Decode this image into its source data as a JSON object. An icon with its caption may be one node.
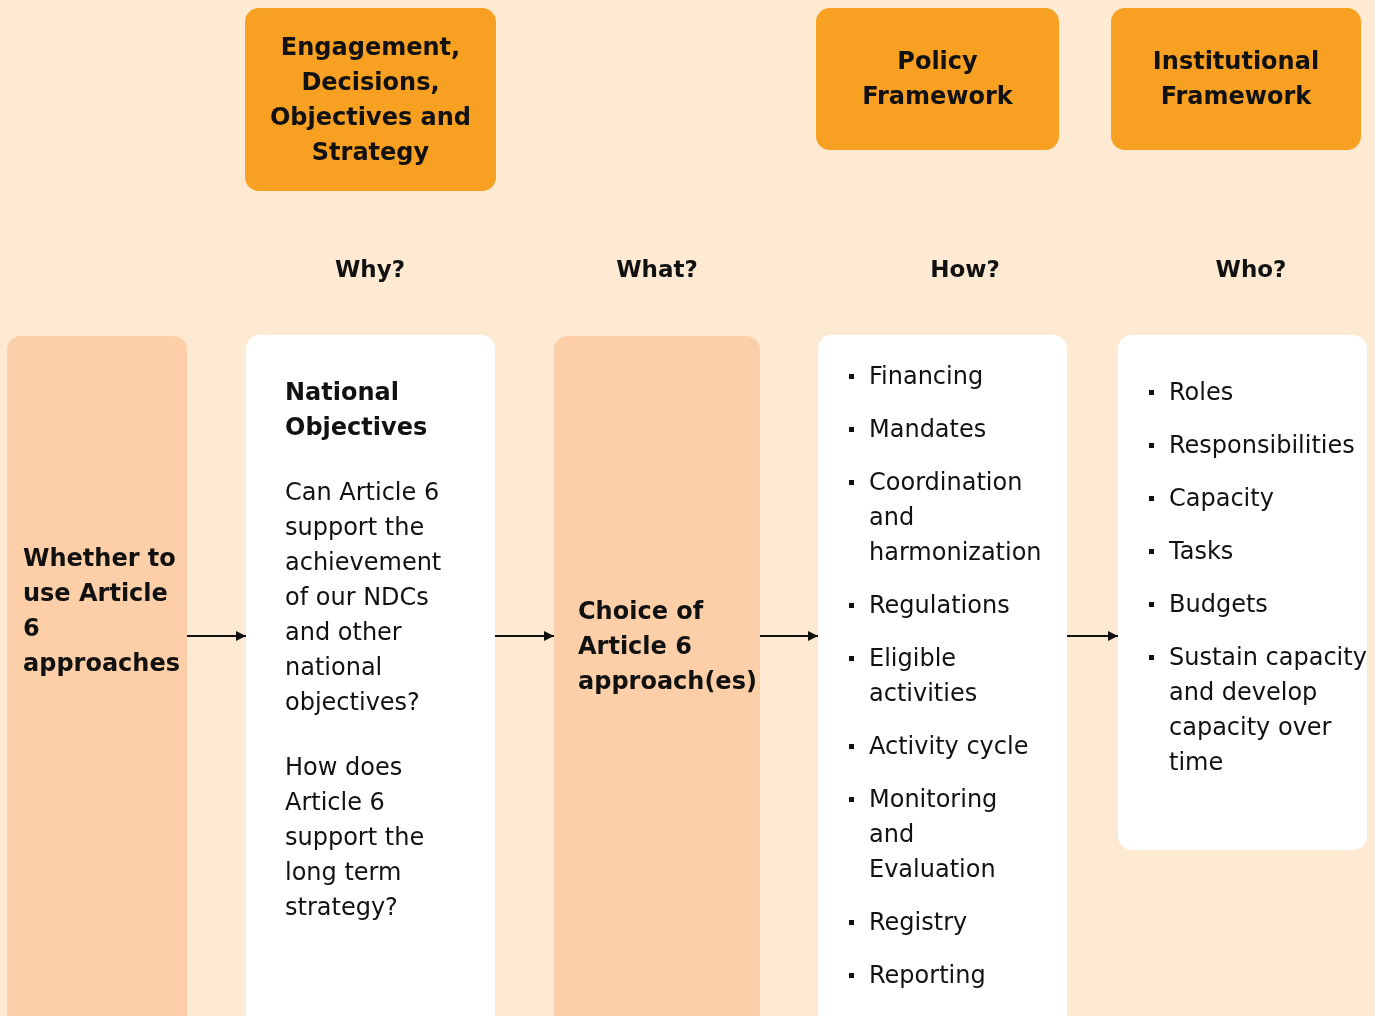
{
  "diagram": {
    "nodes": [
      {
        "text": [
          "Engagement, Decisions, Objectives and Strategy"
        ]
      },
      {
        "text": [
          "Policy Framework"
        ]
      },
      {
        "text": [
          "Institutional Framework"
        ]
      },
      {
        "text": [
          "Whether to use Article 6 approaches"
        ]
      },
      {
        "text": [
          "National Objectives",
          "Can Article 6 support the achievement of our NDCs and other national objectives?",
          "How does Article 6 support the long term strategy?"
        ]
      },
      {
        "text": [
          "Choice of Article 6 approach(es)"
        ]
      },
      {
        "text": [
          "Financing",
          "Mandates",
          "Coordination and harmonization",
          "Regulations",
          "Eligible activities",
          "Activity cycle",
          "Monitoring and Evaluation",
          "Registry",
          "Reporting"
        ]
      },
      {
        "text": [
          "Roles",
          "Responsibilities",
          "Capacity",
          "Tasks",
          "Budgets",
          "Sustain capacity and develop capacity over time"
        ]
      }
    ],
    "edges": [
      {
        "from": 3,
        "to": 4,
        "arrow": "to"
      },
      {
        "from": 4,
        "to": 5,
        "arrow": "to"
      },
      {
        "from": 5,
        "to": 6,
        "arrow": "to"
      },
      {
        "from": 6,
        "to": 7,
        "arrow": "to"
      }
    ],
    "labels": [
      "Why?",
      "What?",
      "How?",
      "Who?"
    ]
  }
}
